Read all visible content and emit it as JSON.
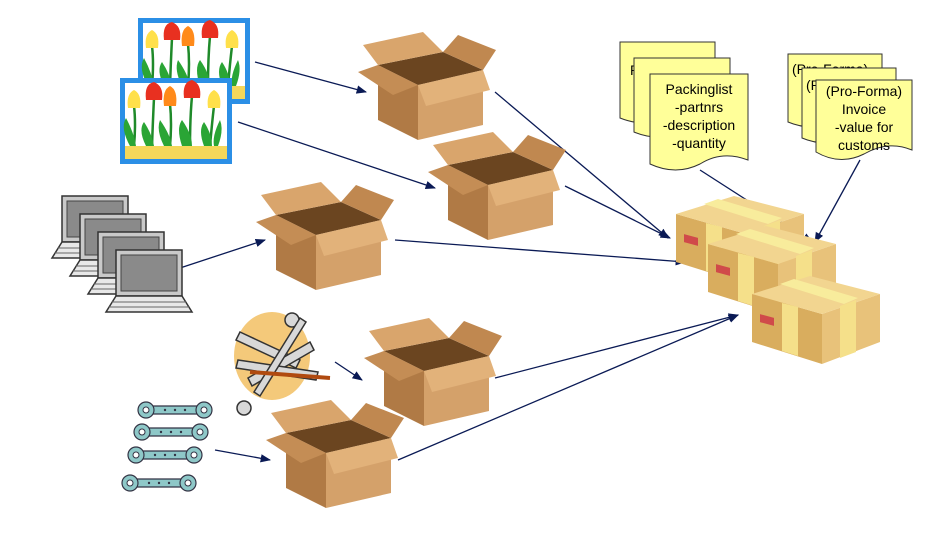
{
  "packing_list": {
    "lines": [
      "Packinglist",
      "-partnrs",
      "-description",
      "-quantity"
    ],
    "back_sheet_peek": "P"
  },
  "invoice": {
    "lines": [
      "(Pro-Forma)",
      "Invoice",
      "-value for",
      "customs"
    ],
    "back_sheet_peek": "(Pro-Forma)",
    "middle_sheet_peek": "(Pro-Forma)"
  },
  "colors": {
    "paper": "#ffff99",
    "box": "#c8935a",
    "box_dark": "#9c6a3a",
    "parcel": "#e8c27a",
    "tape": "#f5e08a",
    "arrow": "#0a1a55",
    "frame": "#2b8fe6"
  },
  "icons": [
    "tulip-picture-icon",
    "laptop-stack-icon",
    "tools-icon",
    "wrench-icon",
    "open-box-icon",
    "parcel-icon"
  ]
}
